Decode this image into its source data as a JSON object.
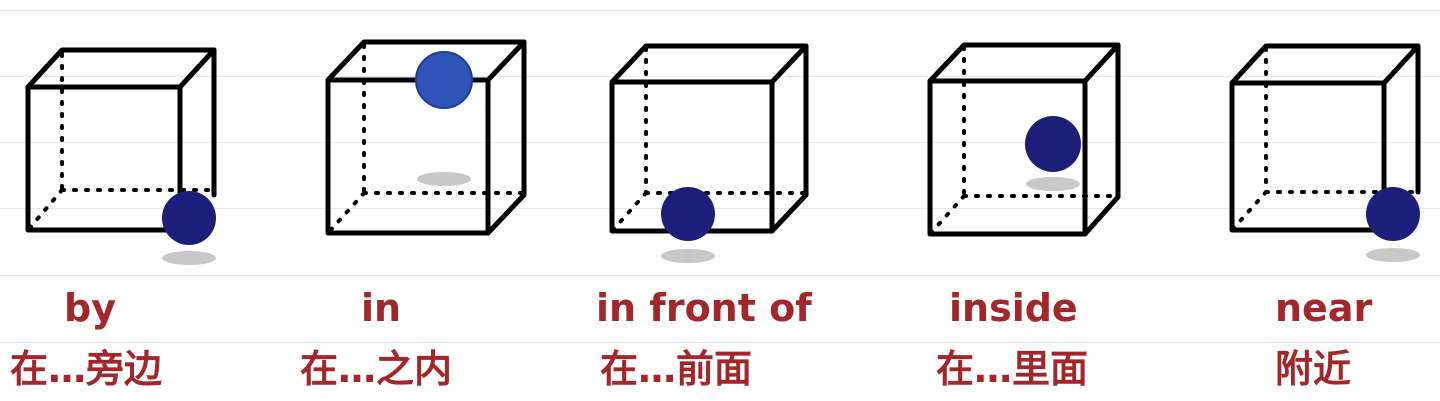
{
  "colors": {
    "label": "#a3262a",
    "ball": "#1b1f7a",
    "ball_highlight": "#2f55b8",
    "shadow": "#c8c8c8",
    "cube_edge": "#000000",
    "rule_line": "#e6e9ee"
  },
  "panels": [
    {
      "id": "by",
      "word": "by",
      "translation": "在…旁边"
    },
    {
      "id": "in",
      "word": "in",
      "translation": "在…之内"
    },
    {
      "id": "in-front-of",
      "word": "in front of",
      "translation": "在…前面"
    },
    {
      "id": "inside",
      "word": "inside",
      "translation": "在…里面"
    },
    {
      "id": "near",
      "word": "near",
      "translation": "附近"
    }
  ]
}
